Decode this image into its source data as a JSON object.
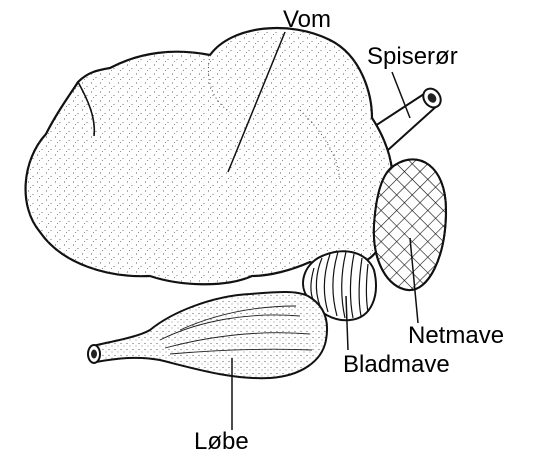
{
  "labels": {
    "vom": "Vom",
    "spiseror": "Spiserør",
    "netmave": "Netmave",
    "bladmave": "Bladmave",
    "lobe": "Løbe"
  }
}
